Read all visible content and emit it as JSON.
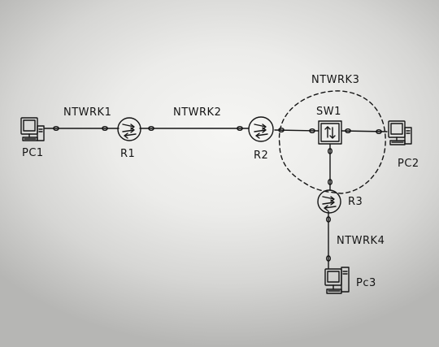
{
  "diagram": {
    "networks": {
      "ntwrk1": "NTWRK1",
      "ntwrk2": "NTWRK2",
      "ntwrk3": "NTWRK3",
      "ntwrk4": "NTWRK4"
    },
    "devices": {
      "pc1": "PC1",
      "r1": "R1",
      "r2": "R2",
      "sw1": "SW1",
      "pc2": "PC2",
      "r3": "R3",
      "pc3": "Pc3"
    },
    "icons": {
      "pc": "pc-icon",
      "router": "router-icon",
      "switch": "switch-icon",
      "link_end": "link-endpoint-icon"
    },
    "colors": {
      "ink": "#151515",
      "paper": "#ececea"
    }
  }
}
